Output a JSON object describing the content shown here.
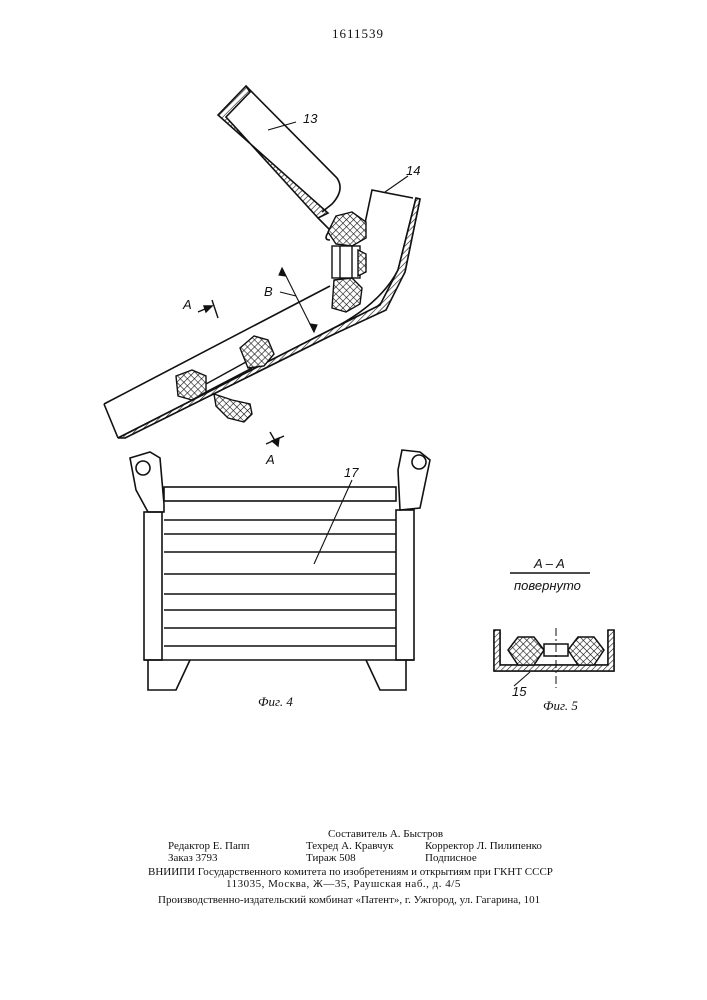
{
  "patent_number": "1611539",
  "labels": {
    "l13": "13",
    "l14": "14",
    "l17": "17",
    "l15": "15",
    "lB": "B",
    "lA_top": "A",
    "lA_bottom": "A"
  },
  "section": {
    "title": "A – A",
    "subtitle": "повернуто"
  },
  "figures": {
    "fig4": "Фиг. 4",
    "fig5": "Фиг. 5"
  },
  "footer": {
    "editor": "Редактор Е. Папп",
    "compiler": "Составитель А. Быстров",
    "techred": "Техред А. Кравчук",
    "corrector": "Корректор Л. Пилипенко",
    "order": "Заказ 3793",
    "circulation": "Тираж 508",
    "subscription": "Подписное",
    "vniipi": "ВНИИПИ Государственного комитета по изобретениям и открытиям при ГКНТ СССР",
    "address": "113035, Москва, Ж—35, Раушская наб., д. 4/5",
    "publisher": "Производственно-издательский комбинат «Патент», г. Ужгород, ул. Гагарина, 101"
  }
}
